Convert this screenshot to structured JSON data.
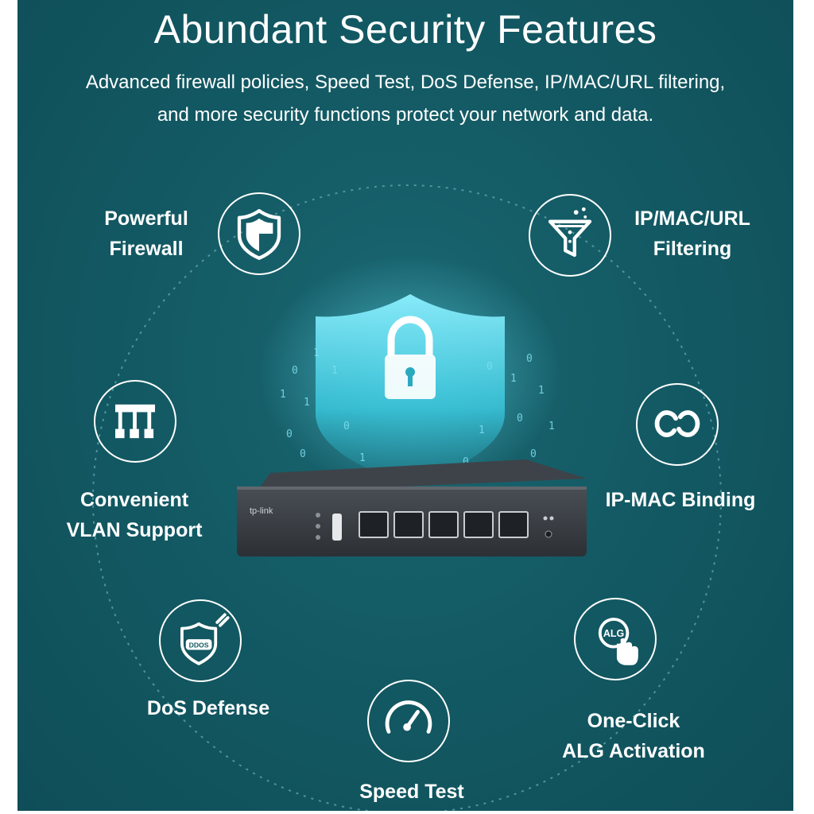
{
  "header": {
    "title": "Abundant Security Features",
    "subtitle_line1": "Advanced firewall policies, Speed Test, DoS Defense, IP/MAC/URL filtering,",
    "subtitle_line2": "and more security functions protect your network and data."
  },
  "features": {
    "firewall": {
      "line1": "Powerful",
      "line2": "Firewall",
      "icon": "shield-icon"
    },
    "filtering": {
      "line1": "IP/MAC/URL",
      "line2": "Filtering",
      "icon": "filter-funnel-icon"
    },
    "vlan": {
      "line1": "Convenient",
      "line2": "VLAN Support",
      "icon": "network-tree-icon"
    },
    "binding": {
      "line1": "IP-MAC Binding",
      "icon": "link-chain-icon"
    },
    "dos": {
      "line1": "DoS Defense",
      "icon": "dos-shield-icon",
      "icon_text": "DDOS"
    },
    "alg": {
      "line1": "One-Click",
      "line2": "ALG Activation",
      "icon": "alg-click-icon",
      "icon_text": "ALG"
    },
    "speed": {
      "line1": "Speed Test",
      "icon": "speedometer-icon"
    }
  },
  "device": {
    "brand": "tp-link",
    "icon": "router-device"
  },
  "colors": {
    "background": "#135a64",
    "accent": "#3fd4e8",
    "text": "#ffffff"
  }
}
